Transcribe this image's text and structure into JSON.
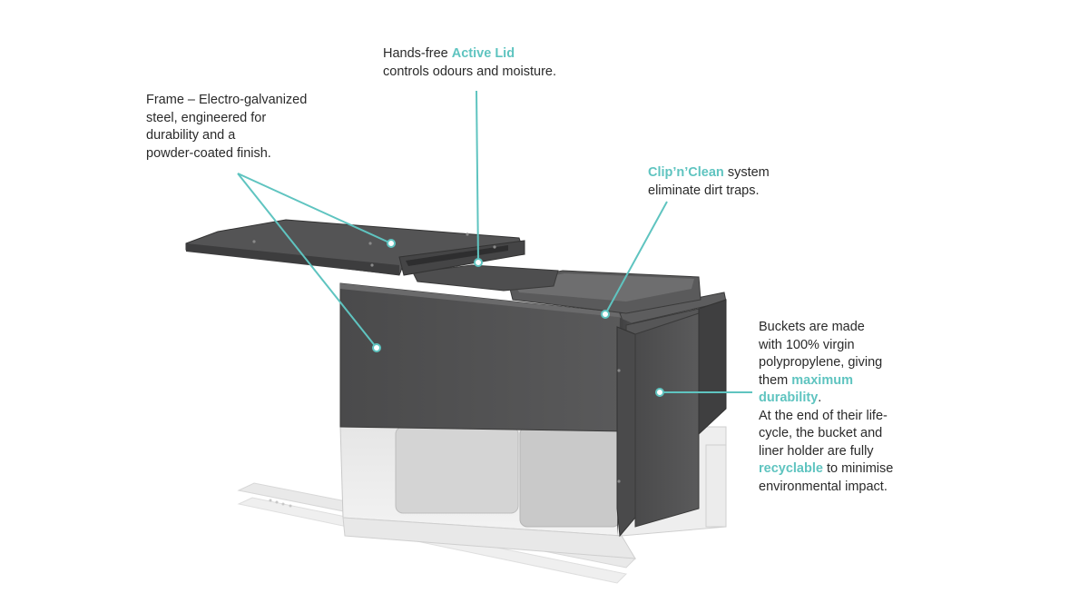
{
  "accent_color": "#5fc4c0",
  "callouts": {
    "frame": {
      "lines": [
        "Frame – Electro-galvanized",
        "steel, engineered for",
        "durability and a",
        "powder-coated finish."
      ]
    },
    "active_lid": {
      "line1_pre": "Hands-free ",
      "line1_highlight": "Active Lid",
      "line2": "controls odours and moisture."
    },
    "clip_clean": {
      "line1_highlight": "Clip’n’Clean",
      "line1_post": " system",
      "line2": "eliminate dirt traps."
    },
    "buckets": {
      "l1": "Buckets are made",
      "l2": "with 100% virgin",
      "l3": "polypropylene, giving",
      "l4_pre": "them ",
      "l4_highlight": "maximum",
      "l5_highlight": "durability",
      "l5_post": ".",
      "l6": "At the end of their life-",
      "l7": "cycle, the bucket and",
      "l8": "liner holder are fully",
      "l9_highlight": "recyclable",
      "l9_post": " to minimise",
      "l10": "environmental impact."
    }
  }
}
